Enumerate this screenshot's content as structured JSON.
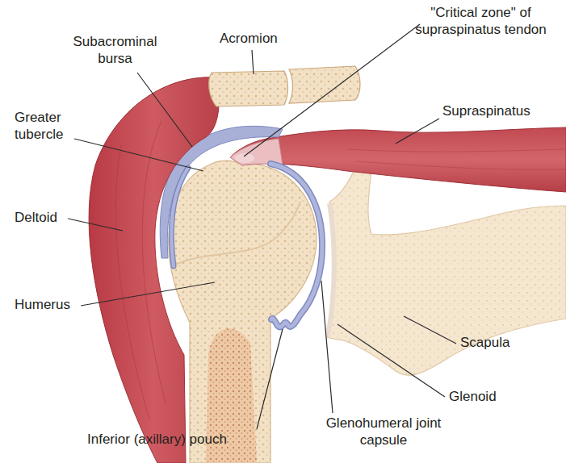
{
  "diagram": {
    "labels": [
      "Subacrominal bursa",
      "Acromion",
      "\"Critical zone\" of supraspinatus tendon",
      "Greater tubercle",
      "Supraspinatus",
      "Deltoid",
      "Humerus",
      "Scapula",
      "Glenoid",
      "Inferior (axillary) pouch",
      "Glenohumeral joint capsule"
    ]
  }
}
